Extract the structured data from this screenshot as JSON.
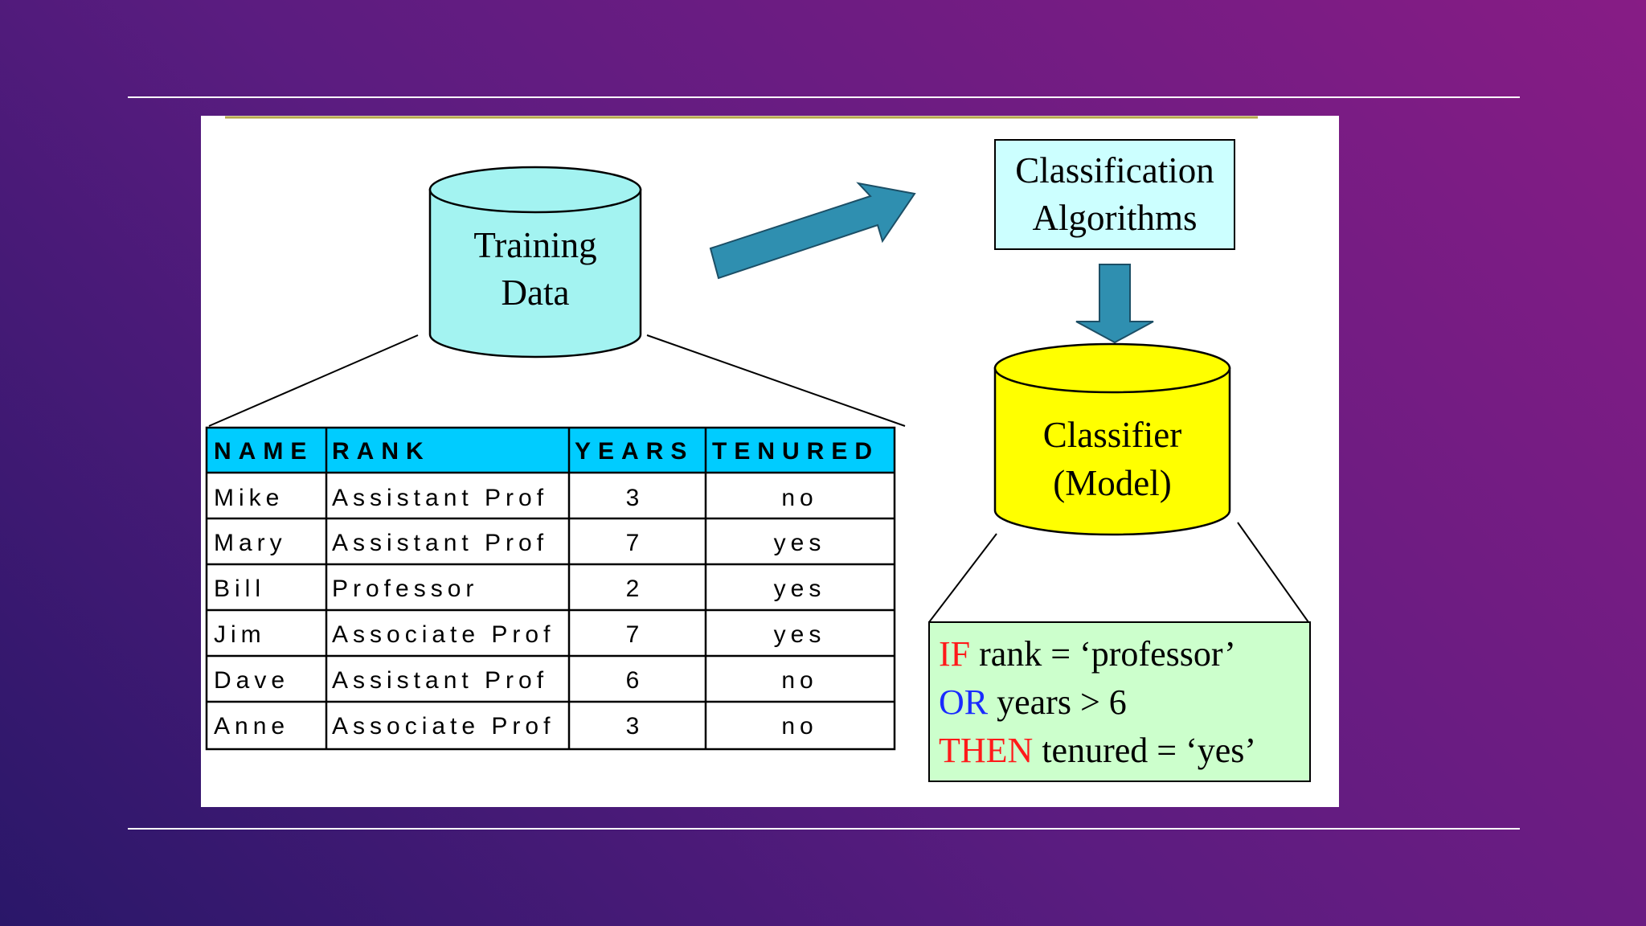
{
  "diagram": {
    "training_data": {
      "line1": "Training",
      "line2": "Data"
    },
    "algorithms": {
      "line1": "Classification",
      "line2": "Algorithms"
    },
    "classifier": {
      "line1": "Classifier",
      "line2": "(Model)"
    },
    "table": {
      "headers": [
        "NAME",
        "RANK",
        "YEARS",
        "TENURED"
      ],
      "rows": [
        [
          "Mike",
          "Assistant Prof",
          "3",
          "no"
        ],
        [
          "Mary",
          "Assistant Prof",
          "7",
          "yes"
        ],
        [
          "Bill",
          "Professor",
          "2",
          "yes"
        ],
        [
          "Jim",
          "Associate Prof",
          "7",
          "yes"
        ],
        [
          "Dave",
          "Assistant Prof",
          "6",
          "no"
        ],
        [
          "Anne",
          "Associate Prof",
          "3",
          "no"
        ]
      ]
    },
    "rule": {
      "line1": {
        "keyword": "IF",
        "text": " rank = ‘professor’"
      },
      "line2": {
        "keyword": "OR",
        "text": " years > 6"
      },
      "line3": {
        "keyword": "THEN",
        "text": " tenured = ‘yes’"
      }
    },
    "colors": {
      "training_cylinder": "#a3f3f1",
      "classifier_cylinder": "#ffff00",
      "algorithms_box": "#ccffff",
      "table_header": "#00ccff",
      "rule_box": "#ccffcc",
      "arrow": "#2f8fb0",
      "keyword_red": "#ff1a1a",
      "keyword_blue": "#1a2bff"
    }
  }
}
